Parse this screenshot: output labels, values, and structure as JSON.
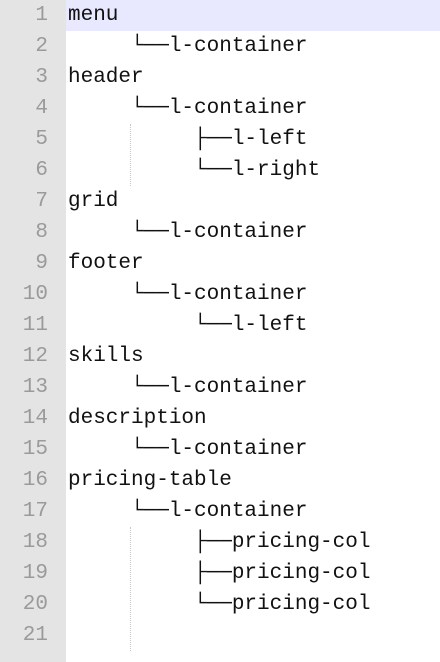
{
  "editor": {
    "current_line": 1,
    "lines": [
      {
        "number": "1",
        "text": "menu"
      },
      {
        "number": "2",
        "text": "     └──l-container"
      },
      {
        "number": "3",
        "text": "header"
      },
      {
        "number": "4",
        "text": "     └──l-container"
      },
      {
        "number": "5",
        "text": "          ├──l-left"
      },
      {
        "number": "6",
        "text": "          └──l-right"
      },
      {
        "number": "7",
        "text": "grid"
      },
      {
        "number": "8",
        "text": "     └──l-container"
      },
      {
        "number": "9",
        "text": "footer"
      },
      {
        "number": "10",
        "text": "     └──l-container"
      },
      {
        "number": "11",
        "text": "          └──l-left"
      },
      {
        "number": "12",
        "text": "skills"
      },
      {
        "number": "13",
        "text": "     └──l-container"
      },
      {
        "number": "14",
        "text": "description"
      },
      {
        "number": "15",
        "text": "     └──l-container"
      },
      {
        "number": "16",
        "text": "pricing-table"
      },
      {
        "number": "17",
        "text": "     └──l-container"
      },
      {
        "number": "18",
        "text": "          ├──pricing-col"
      },
      {
        "number": "19",
        "text": "          ├──pricing-col"
      },
      {
        "number": "20",
        "text": "          └──pricing-col"
      },
      {
        "number": "21",
        "text": ""
      }
    ]
  },
  "colors": {
    "gutter_background": "#e4e4e4",
    "current_line_highlight": "#e8e8ff",
    "line_number": "#9a9a9a",
    "text": "#111111"
  }
}
